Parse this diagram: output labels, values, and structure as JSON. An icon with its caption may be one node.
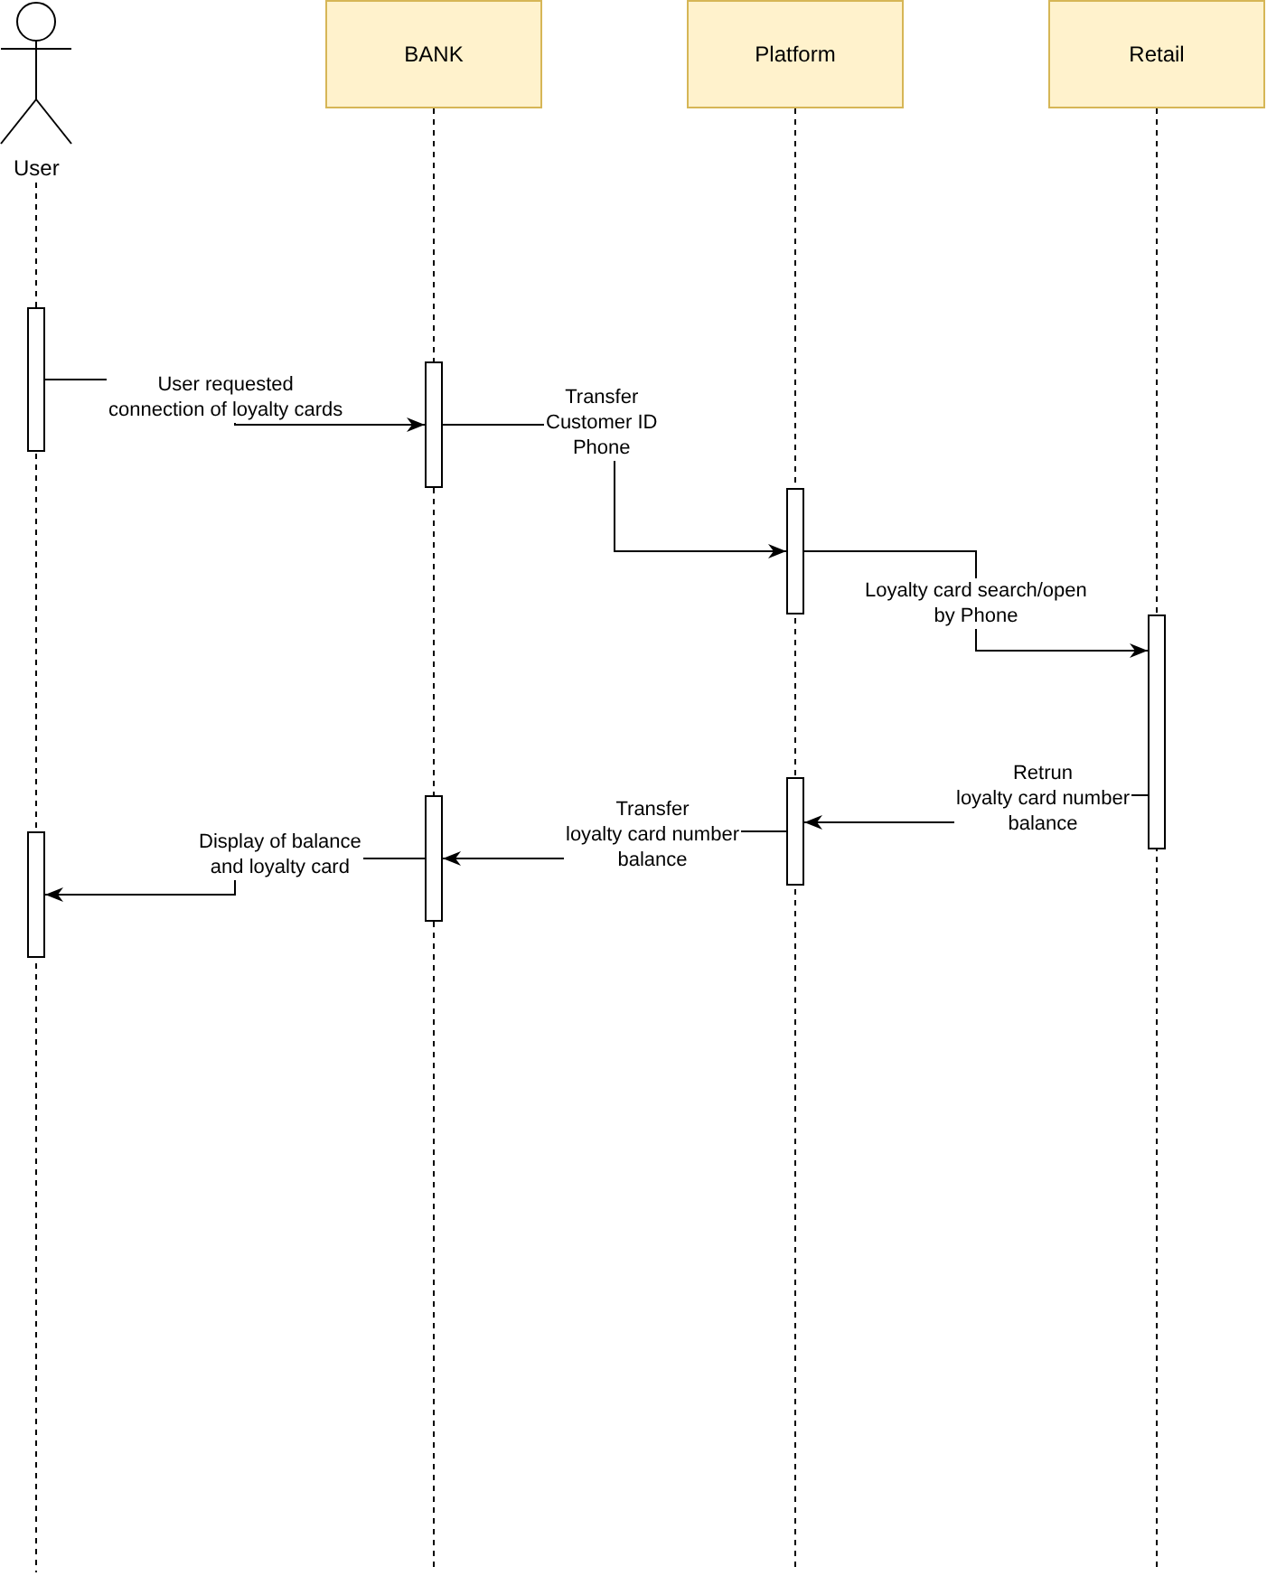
{
  "diagram": {
    "nodes": [
      {
        "text": [
          "User"
        ]
      },
      {
        "text": [
          "BANK"
        ]
      },
      {
        "text": [
          "Platform"
        ]
      },
      {
        "text": [
          "Retail"
        ]
      },
      {
        "text": [],
        "shape": "bar"
      },
      {
        "text": [],
        "shape": "bar"
      },
      {
        "text": [],
        "shape": "bar"
      },
      {
        "text": [],
        "shape": "bar"
      },
      {
        "text": [],
        "shape": "bar"
      },
      {
        "text": [],
        "shape": "bar"
      },
      {
        "text": [],
        "shape": "bar"
      }
    ],
    "edges": [
      {
        "from": 0,
        "to": null,
        "arrow": "none",
        "style": "dashed"
      },
      {
        "from": 1,
        "to": null,
        "arrow": "none",
        "style": "dashed"
      },
      {
        "from": 2,
        "to": null,
        "arrow": "none",
        "style": "dashed"
      },
      {
        "from": 3,
        "to": null,
        "arrow": "none",
        "style": "dashed"
      },
      {
        "from": 4,
        "to": 5,
        "arrow": "to",
        "label": "User requested connection of loyalty cards"
      },
      {
        "from": 5,
        "to": 6,
        "arrow": "to",
        "label": "Transfer Customer ID Phone"
      },
      {
        "from": 6,
        "to": 7,
        "arrow": "to",
        "label": "Loyalty card search/open by Phone"
      },
      {
        "from": 7,
        "to": 8,
        "arrow": "to",
        "label": "Retrun loyalty card number balance"
      },
      {
        "from": 8,
        "to": 9,
        "arrow": "to",
        "label": "Transfer loyalty card number balance"
      },
      {
        "from": 9,
        "to": 10,
        "arrow": "to",
        "label": "Display of balance and loyalty card"
      }
    ]
  }
}
